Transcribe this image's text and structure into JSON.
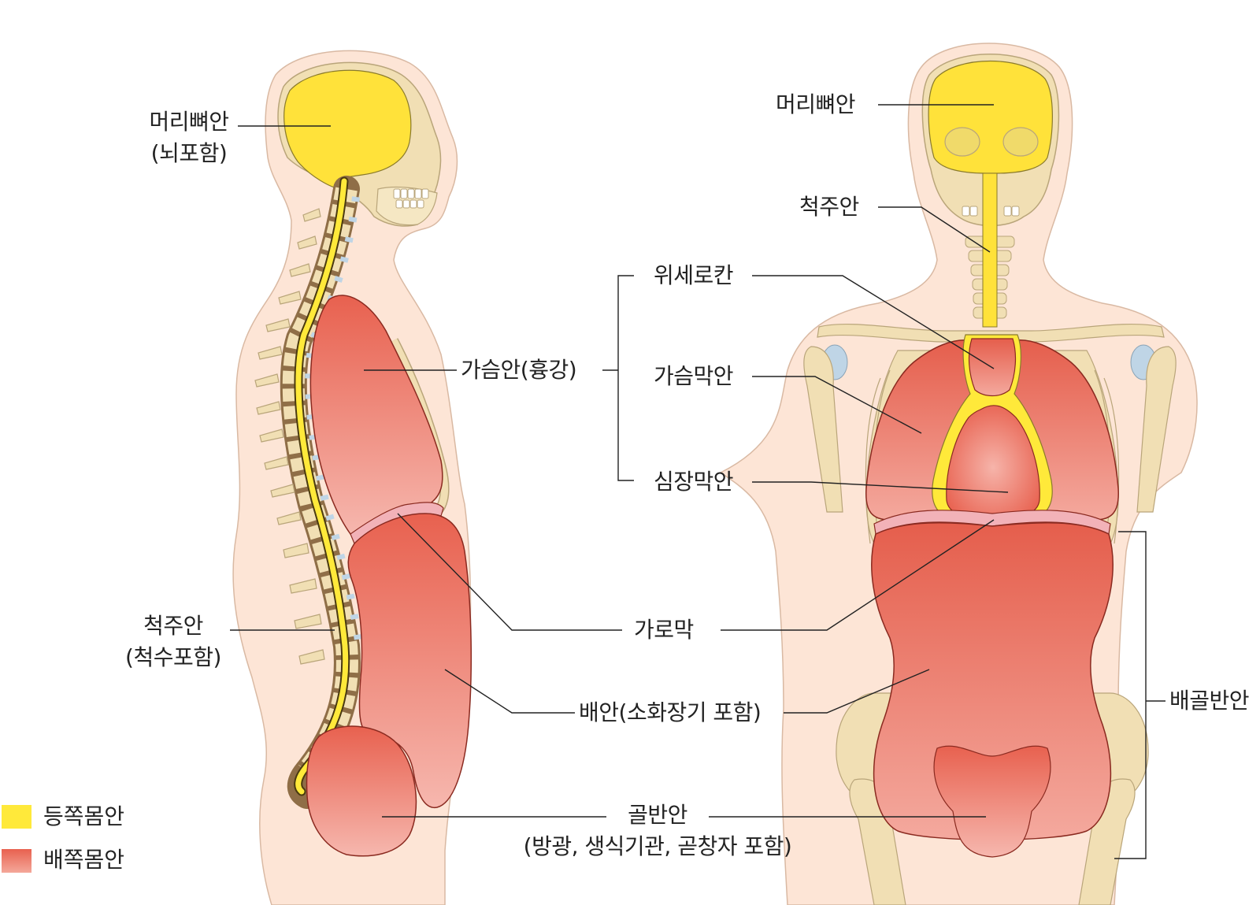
{
  "colors": {
    "dorsal": "#FFE93A",
    "ventral": "#E8614F",
    "ventral_light": "#F4A89A",
    "skin": "#FDE5D6",
    "skin_outline": "#D9B9A3",
    "bone": "#F1DFB4",
    "bone_outline": "#B9A57A",
    "disc": "#BFD5E6",
    "diaphragm": "#F2B2B8",
    "line": "#222222"
  },
  "left_labels": {
    "cranial_1": "머리뼈안",
    "cranial_2": "(뇌포함)",
    "spinal_1": "척주안",
    "spinal_2": "(척수포함)"
  },
  "center_labels": {
    "thoracic": "가슴안(흉강)",
    "diaphragm": "가로막",
    "abdominal": "배안(소화장기 포함)",
    "pelvic_1": "골반안",
    "pelvic_2": "(방광, 생식기관, 곧창자 포함)"
  },
  "right_labels": {
    "cranial": "머리뼈안",
    "vertebral": "척주안",
    "superior_mediastinum": "위세로칸",
    "pleural": "가슴막안",
    "pericardial": "심장막안",
    "abdominopelvic": "배골반안"
  },
  "legend": [
    {
      "label": "등쪽몸안",
      "color": "#FFE93A"
    },
    {
      "label": "배쪽몸안",
      "color": "#E8614F"
    }
  ]
}
